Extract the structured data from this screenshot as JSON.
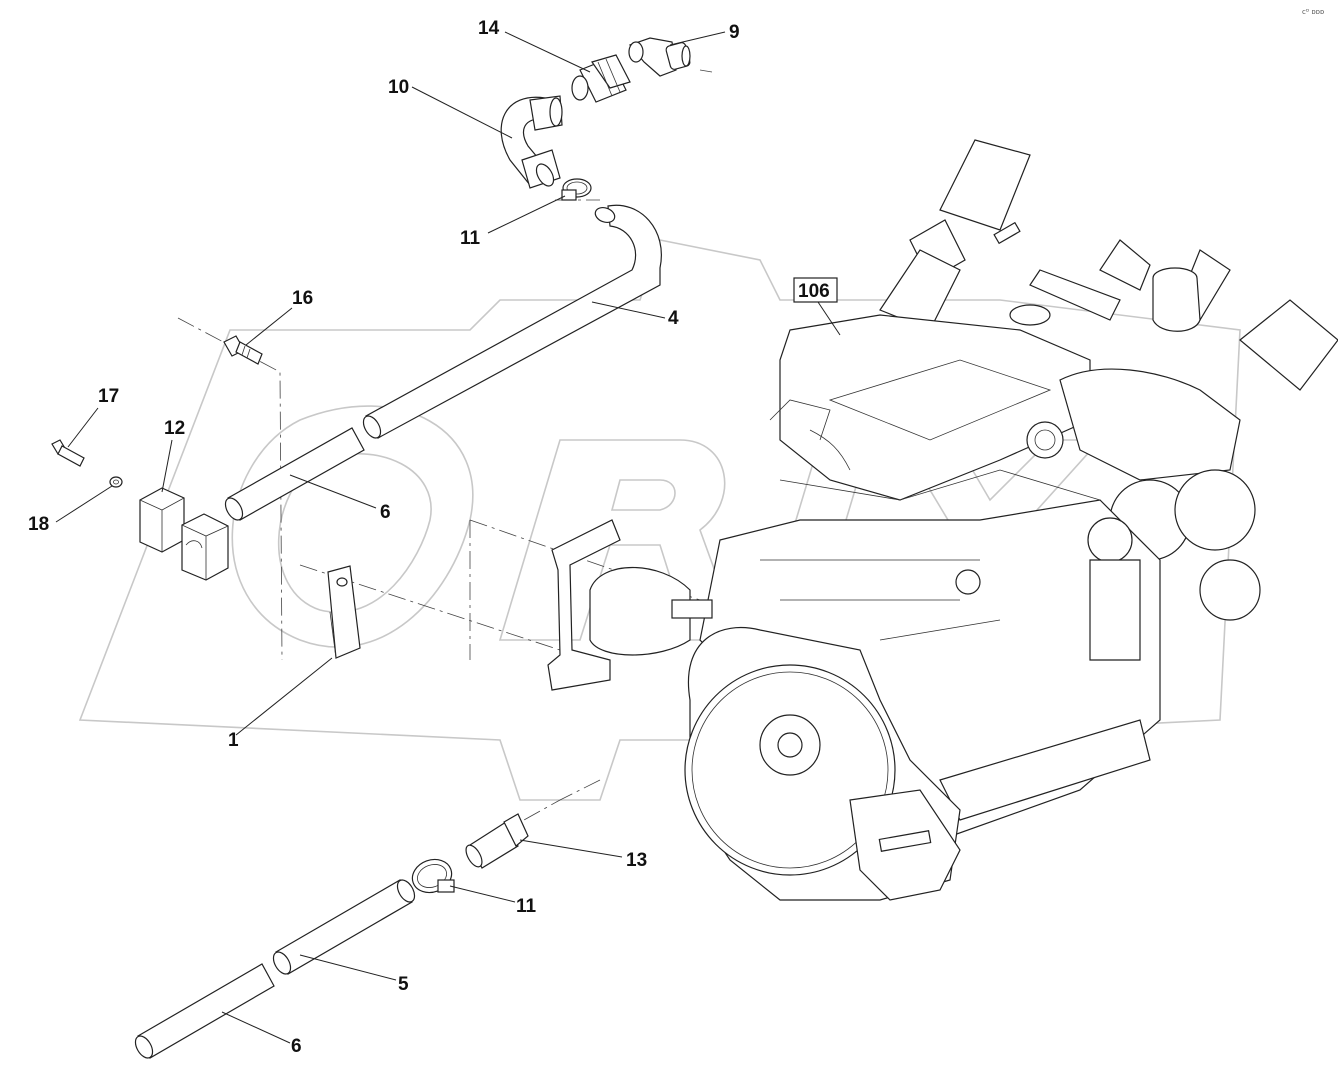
{
  "corner_mark": "cᴰ ᴅᴅᴅ",
  "watermark": "ORIX",
  "callouts": {
    "p14": "14",
    "p9": "9",
    "p10": "10",
    "p11a": "11",
    "p4": "4",
    "p106": "106",
    "p16": "16",
    "p17": "17",
    "p12": "12",
    "p6a": "6",
    "p18": "18",
    "p1": "1",
    "p13": "13",
    "p11b": "11",
    "p5": "5",
    "p6b": "6"
  },
  "colors": {
    "line": "#222222",
    "watermark": "#c8c8c8",
    "background": "#ffffff"
  }
}
